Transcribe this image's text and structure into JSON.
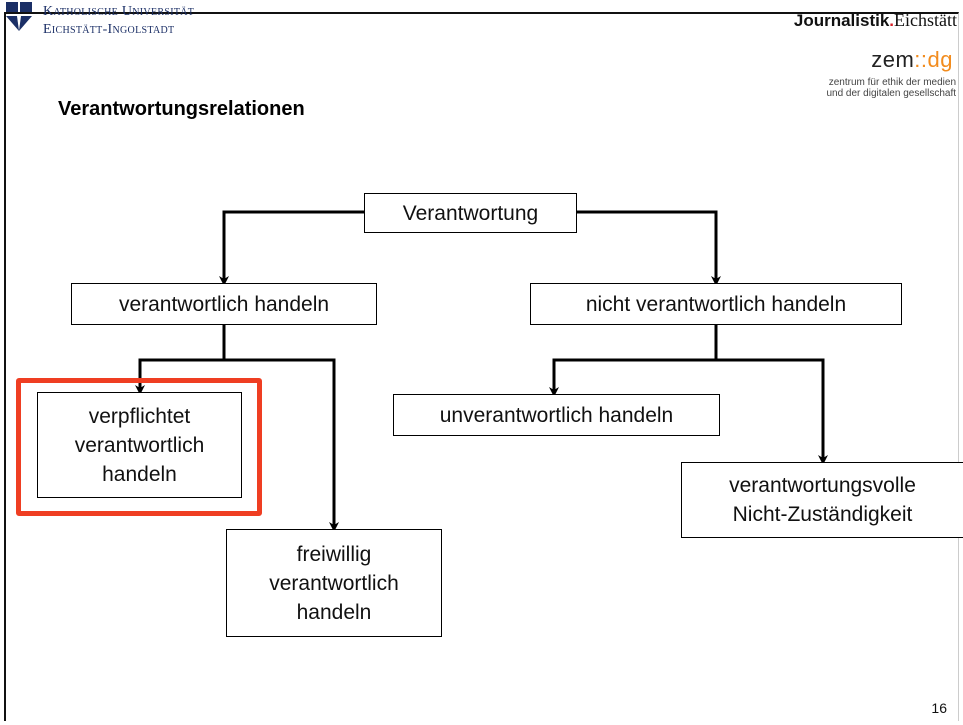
{
  "header": {
    "university_line1": "Katholische Universität",
    "university_line2": "Eichstätt-Ingolstadt",
    "journalistik_bold": "Journalistik",
    "journalistik_dot": ".",
    "journalistik_city": "Eichstätt",
    "zem_main": "zem",
    "zem_colon": "::",
    "zem_dg": "dg",
    "zem_sub_line1": "zentrum für ethik der medien",
    "zem_sub_line2": "und der digitalen gesellschaft",
    "brand_colors": {
      "uni_blue": "#1b2f66",
      "zem_orange": "#f28c1e",
      "journalistik_red": "#d61f26"
    }
  },
  "slide": {
    "title": "Verantwortungsrelationen",
    "page_number": "16"
  },
  "diagram": {
    "highlight_color": "#ef3e22",
    "nodes": {
      "root": "Verantwortung",
      "left": "verantwortlich handeln",
      "right": "nicht verantwortlich handeln",
      "left_a_lines": [
        "verpflichtet",
        "verantwortlich",
        "handeln"
      ],
      "left_b_lines": [
        "freiwillig",
        "verantwortlich",
        "handeln"
      ],
      "right_a": "unverantwortlich handeln",
      "right_b_lines": [
        "verantwortungsvolle",
        "Nicht-Zuständigkeit"
      ]
    }
  }
}
